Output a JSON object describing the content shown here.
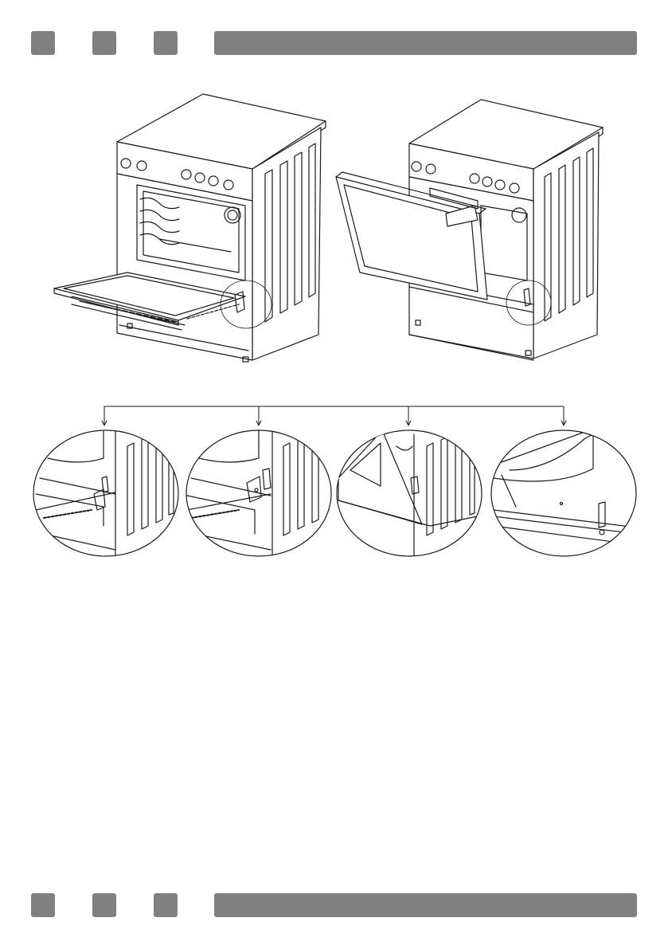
{
  "colors": {
    "bar": "#808080",
    "line": "#1a1a1a",
    "fill": "#ffffff"
  },
  "header": {
    "squares": 3,
    "icon": "header-bar"
  },
  "footer": {
    "squares": 3,
    "icon": "footer-bar"
  },
  "figures": {
    "stove_open_door": "stove-door-open-illustration",
    "stove_lifting_door": "stove-door-removal-illustration",
    "details": [
      "hinge-detail-1",
      "hinge-detail-2",
      "hinge-detail-3",
      "hinge-detail-4"
    ]
  }
}
